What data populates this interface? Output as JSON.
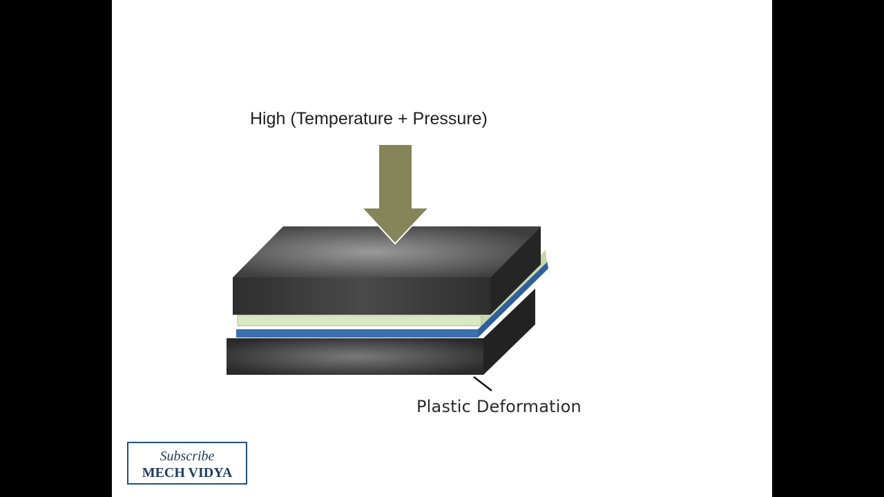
{
  "diagram": {
    "force_label": "High (Temperature + Pressure)",
    "result_label": "Plastic Deformation",
    "colors": {
      "arrow": "#85855a",
      "block_top": "#7f7f7f",
      "block_front": "#3a3a3a",
      "block_side": "#262626",
      "upper_layer": "#d8e8c2",
      "lower_layer": "#3a6fb0"
    }
  },
  "watermark": {
    "subscribe_text": "Subscribe",
    "channel_name": "MECH VIDYA"
  }
}
